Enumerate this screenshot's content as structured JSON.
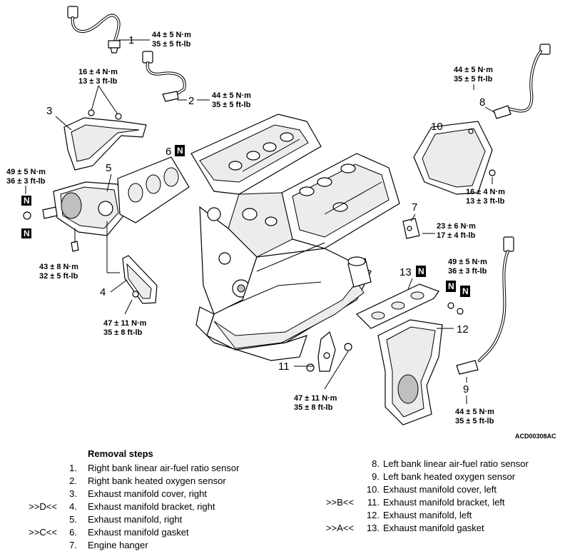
{
  "diagram": {
    "code": "ACD00308AC",
    "callouts": [
      {
        "num": "1",
        "torque": [
          "44 ± 5 N·m",
          "35 ± 5 ft-lb"
        ]
      },
      {
        "num": "2",
        "torque": [
          "44 ± 5 N·m",
          "35 ± 5 ft-lb"
        ]
      },
      {
        "num": "3",
        "torque": [
          "16 ± 4 N·m",
          "13 ± 3 ft-lb"
        ]
      },
      {
        "num": "4",
        "torque": [
          "47 ± 11 N·m",
          "35 ± 8 ft-lb"
        ]
      },
      {
        "num": "5",
        "torque": [
          "49 ± 5 N·m",
          "36 ± 3 ft-lb"
        ],
        "torque_b": [
          "43 ± 8 N·m",
          "32 ± 5 ft-lb"
        ]
      },
      {
        "num": "6"
      },
      {
        "num": "7",
        "torque": [
          "23 ± 6 N·m",
          "17 ± 4 ft-lb"
        ]
      },
      {
        "num": "8",
        "torque": [
          "44 ± 5 N·m",
          "35 ± 5 ft-lb"
        ]
      },
      {
        "num": "9",
        "torque": [
          "44 ± 5 N·m",
          "35 ± 5 ft-lb"
        ]
      },
      {
        "num": "10",
        "torque": [
          "16 ± 4 N·m",
          "13 ± 3 ft-lb"
        ]
      },
      {
        "num": "11",
        "torque": [
          "47 ± 11 N·m",
          "35 ± 8 ft-lb"
        ]
      },
      {
        "num": "12",
        "torque": [
          "49 ± 5 N·m",
          "36 ± 3 ft-lb"
        ]
      },
      {
        "num": "13"
      }
    ],
    "n_mark": "N"
  },
  "removal": {
    "title": "Removal steps",
    "left": [
      {
        "ref": "",
        "n": "1.",
        "label": "Right bank linear air-fuel ratio sensor"
      },
      {
        "ref": "",
        "n": "2.",
        "label": "Right bank heated oxygen sensor"
      },
      {
        "ref": "",
        "n": "3.",
        "label": "Exhaust manifold cover, right"
      },
      {
        "ref": ">>D<<",
        "n": "4.",
        "label": "Exhaust manifold bracket, right"
      },
      {
        "ref": "",
        "n": "5.",
        "label": "Exhaust manifold, right"
      },
      {
        "ref": ">>C<<",
        "n": "6.",
        "label": "Exhaust manifold gasket"
      },
      {
        "ref": "",
        "n": "7.",
        "label": "Engine hanger"
      }
    ],
    "right": [
      {
        "ref": "",
        "n": "8.",
        "label": "Left bank linear air-fuel ratio sensor"
      },
      {
        "ref": "",
        "n": "9.",
        "label": "Left bank heated oxygen sensor"
      },
      {
        "ref": "",
        "n": "10.",
        "label": "Exhaust manifold cover, left"
      },
      {
        "ref": ">>B<<",
        "n": "11.",
        "label": "Exhaust manifold bracket, left"
      },
      {
        "ref": "",
        "n": "12.",
        "label": "Exhaust manifold, left"
      },
      {
        "ref": ">>A<<",
        "n": "13.",
        "label": "Exhaust manifold gasket"
      }
    ]
  }
}
